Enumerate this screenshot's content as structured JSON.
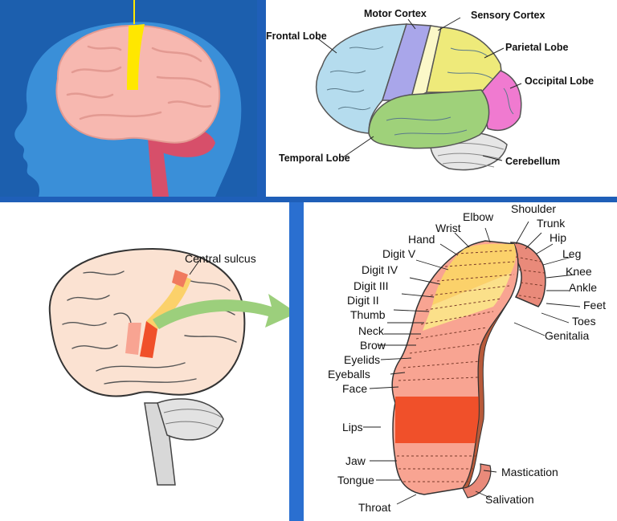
{
  "lobes": {
    "motor_cortex": "Motor Cortex",
    "sensory_cortex": "Sensory Cortex",
    "frontal_lobe": "Frontal Lobe",
    "parietal_lobe": "Parietal Lobe",
    "occipital_lobe": "Occipital Lobe",
    "temporal_lobe": "Temporal Lobe",
    "cerebellum": "Cerebellum"
  },
  "sulcus": {
    "label": "Central sulcus"
  },
  "homunculus": {
    "elbow": "Elbow",
    "shoulder": "Shoulder",
    "wrist": "Wrist",
    "trunk": "Trunk",
    "hand": "Hand",
    "hip": "Hip",
    "digit_v": "Digit V",
    "leg": "Leg",
    "digit_iv": "Digit IV",
    "knee": "Knee",
    "digit_iii": "Digit III",
    "ankle": "Ankle",
    "digit_ii": "Digit II",
    "feet": "Feet",
    "thumb": "Thumb",
    "toes": "Toes",
    "neck": "Neck",
    "genitalia": "Genitalia",
    "brow": "Brow",
    "eyelids": "Eyelids",
    "eyeballs": "Eyeballs",
    "face": "Face",
    "lips": "Lips",
    "jaw": "Jaw",
    "mastication": "Mastication",
    "tongue": "Tongue",
    "salivation": "Salivation",
    "throat": "Throat"
  },
  "colors": {
    "head_blue": "#3a8fd8",
    "brain_pink": "#f7b8b0",
    "motor_yellow": "#ffe700",
    "frontal_blue": "#b5dcee",
    "motor_purple": "#a9a6ea",
    "sensory_cream": "#fbf8c8",
    "parietal_yellow": "#eeea7a",
    "occipital_pink": "#f07ad0",
    "temporal_green": "#9fd17a",
    "arrow_green": "#9ccf7c",
    "strip_salmon": "#f8a492",
    "strip_yellow": "#fbd16a",
    "lips_red": "#f0502a"
  }
}
